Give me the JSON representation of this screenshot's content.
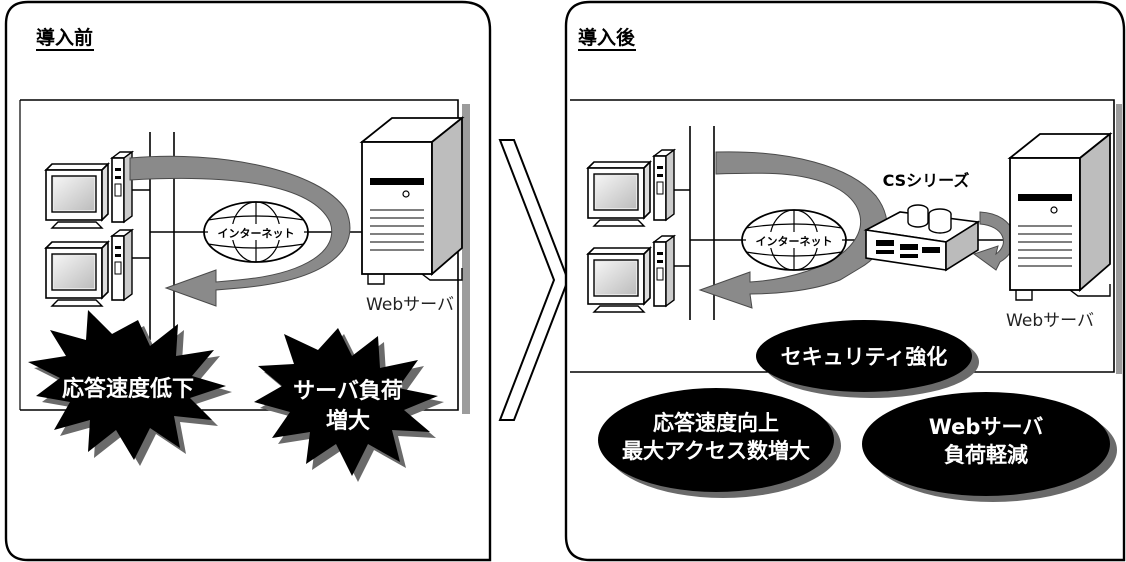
{
  "before": {
    "title": "導入前",
    "internet_label": "インターネット",
    "server_label": "Webサーバ",
    "burst1": "応答速度低下",
    "burst2_line1": "サーバ負荷",
    "burst2_line2": "増大"
  },
  "after": {
    "title": "導入後",
    "internet_label": "インターネット",
    "cs_label": "CSシリーズ",
    "server_label": "Webサーバ",
    "ellipse1": "セキュリティ強化",
    "ellipse2_line1": "応答速度向上",
    "ellipse2_line2": "最大アクセス数増大",
    "ellipse3_line1": "Webサーバ",
    "ellipse3_line2": "負荷軽減"
  },
  "colors": {
    "frame": "#000000",
    "arrow_fill": "#8a8a8a",
    "highlight_fill": "#000000",
    "background": "#ffffff"
  }
}
